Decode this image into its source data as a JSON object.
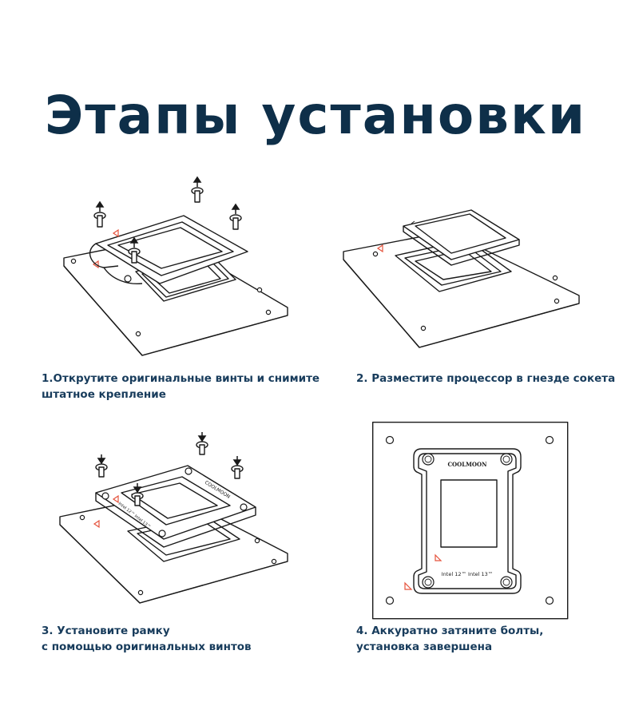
{
  "title": "Этапы установки",
  "steps": [
    {
      "lines": [
        "1.Открутите оригинальные винты и снимите",
        "штатное крепление"
      ]
    },
    {
      "lines": [
        "2. Разместите процессор в гнезде сокета"
      ]
    },
    {
      "lines": [
        "3. Установите рамку",
        "с помощью оригинальных винтов"
      ]
    },
    {
      "lines": [
        "4. Аккуратно затяните болты,",
        "установка завершена"
      ]
    }
  ],
  "labels": {
    "brand": "COOLMOON",
    "compat": "Intel 12™ Intel 13™"
  },
  "colors": {
    "title": "#0e2f49",
    "caption": "#183c5c",
    "line": "#1a1a1a",
    "marker": "#e5533d"
  }
}
